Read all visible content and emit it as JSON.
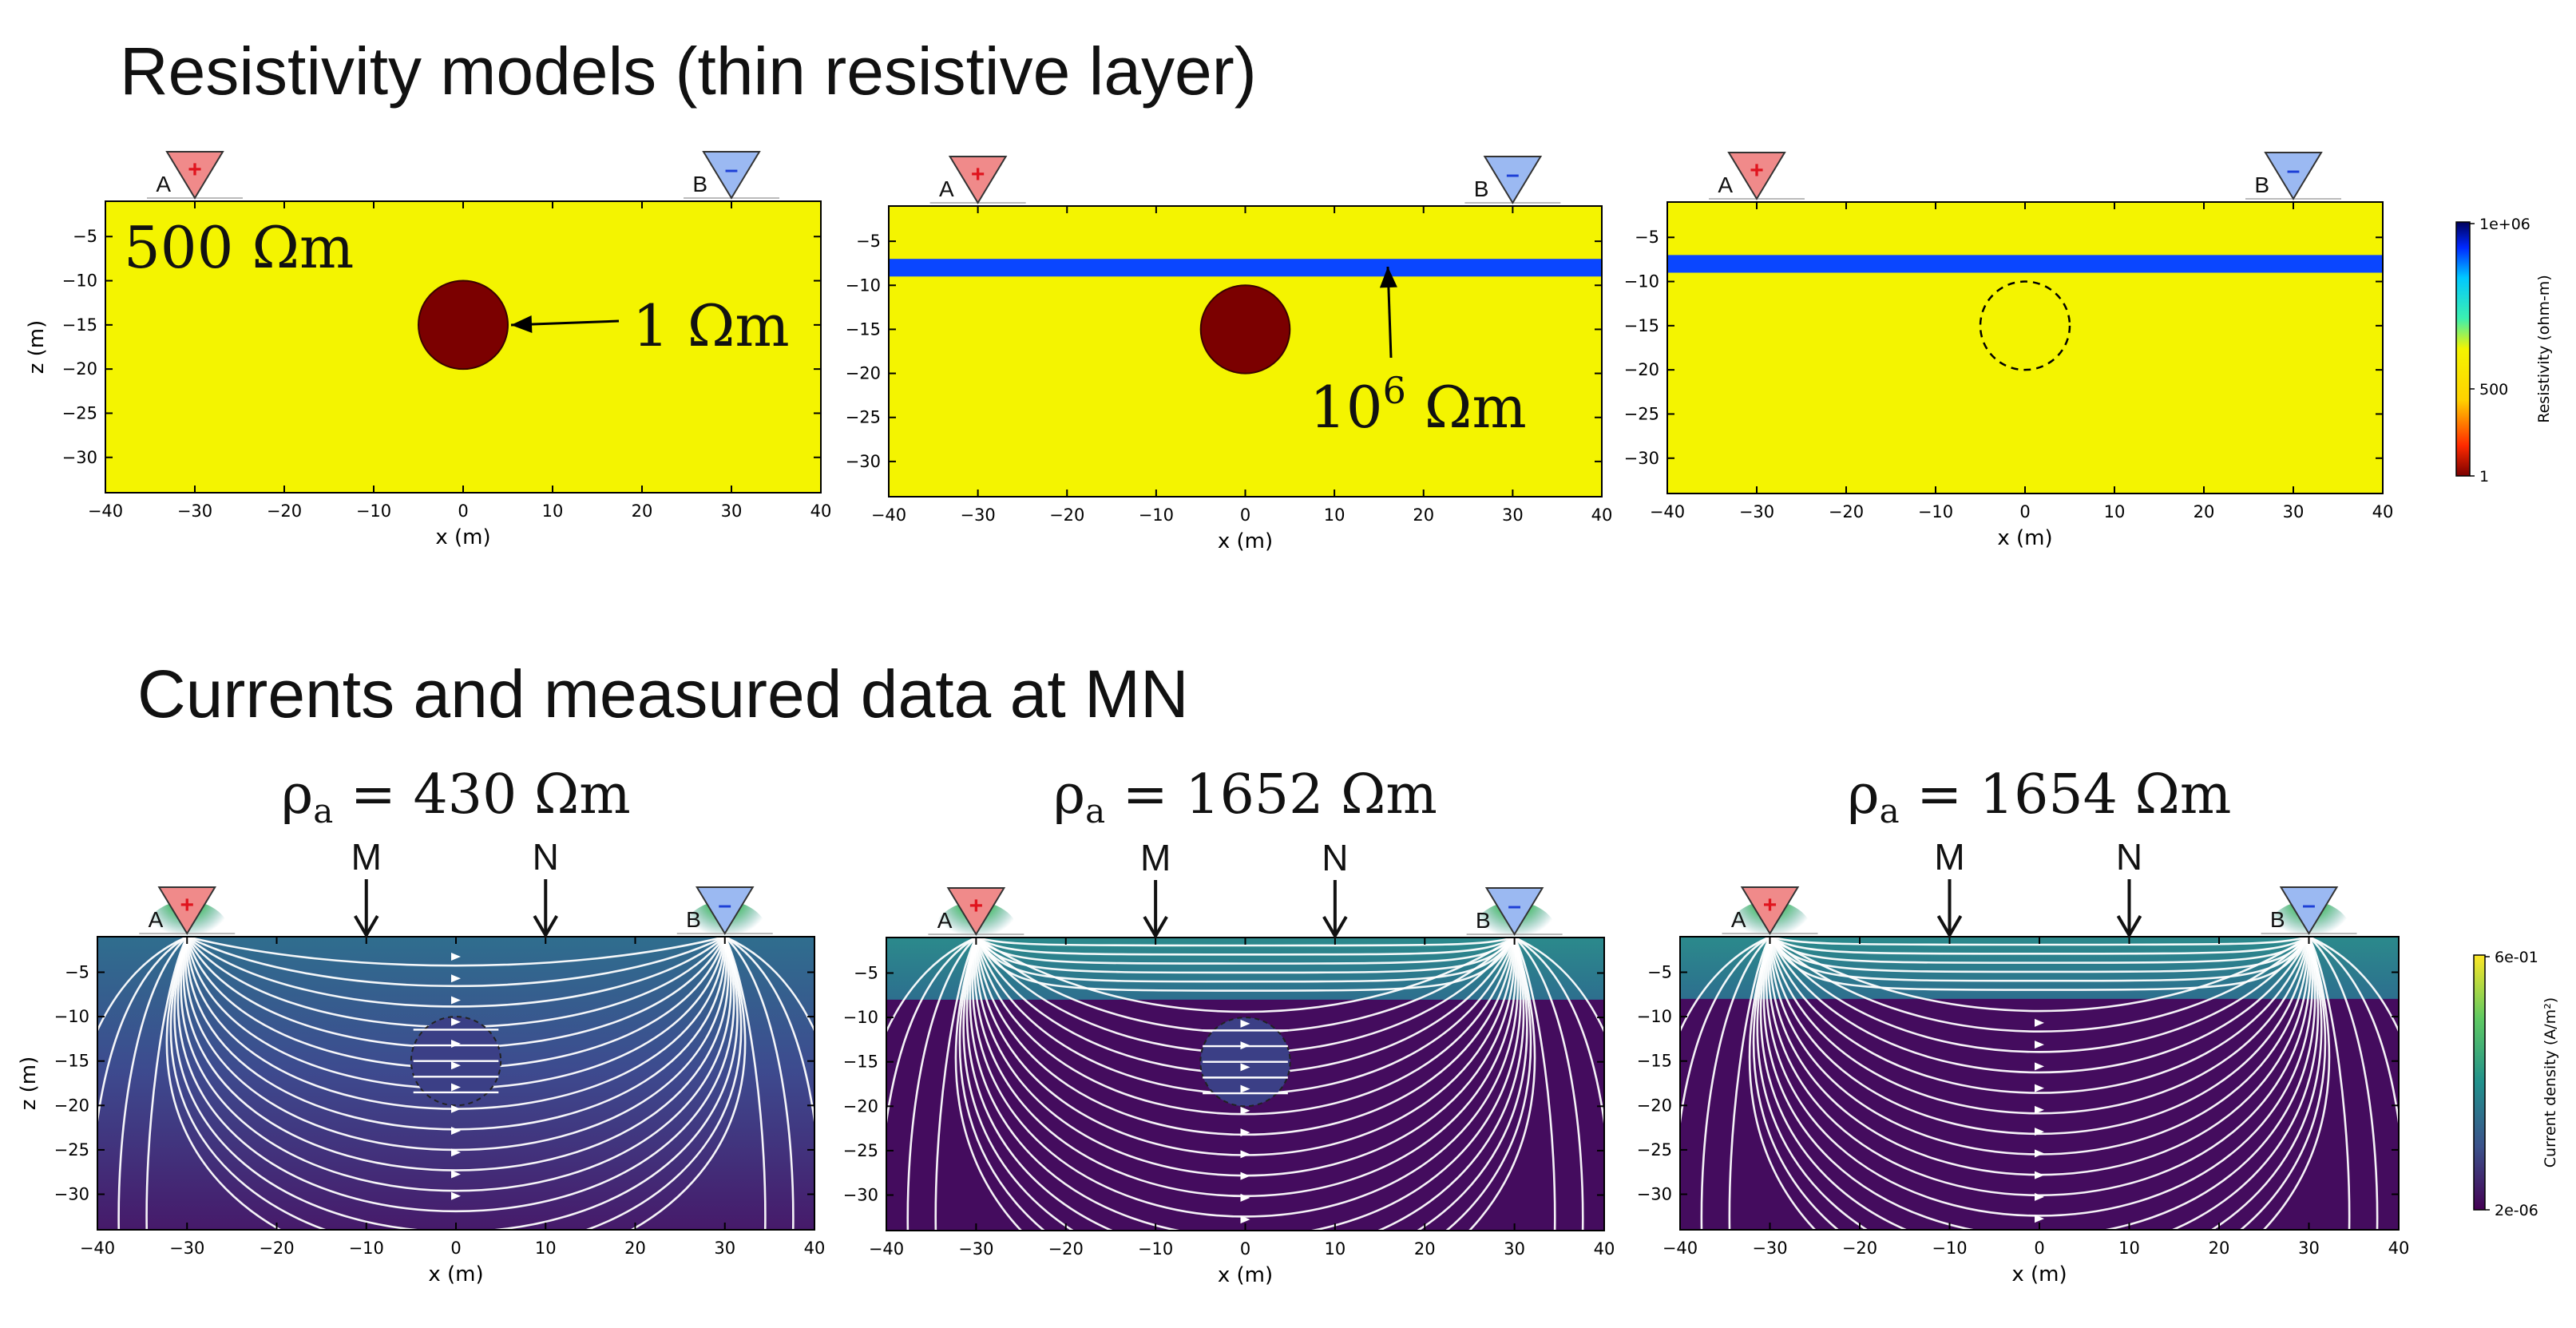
{
  "section_titles": {
    "models": "Resistivity models (thin resistive layer)",
    "currents": "Currents and measured data at MN"
  },
  "electrodes": {
    "A": {
      "label": "A",
      "sign": "+",
      "x": -30,
      "color": "#f08a8a"
    },
    "B": {
      "label": "B",
      "sign": "-",
      "x": 30,
      "color": "#9bb9f2"
    },
    "M": {
      "label": "M",
      "x": -10
    },
    "N": {
      "label": "N",
      "x": 10
    }
  },
  "annotations": {
    "background": "500 Ωm",
    "sphere": "1 Ωm",
    "layer_base": "10",
    "layer_exp": "6",
    "layer_unit": " Ωm"
  },
  "apparent_resistivity": [
    {
      "symbol": "ρ",
      "sub": "a",
      "value": "= 430 Ωm"
    },
    {
      "symbol": "ρ",
      "sub": "a",
      "value": "= 1652 Ωm"
    },
    {
      "symbol": "ρ",
      "sub": "a",
      "value": "= 1654 Ωm"
    }
  ],
  "colorbars": {
    "resistivity": {
      "label": "Resistivity (ohm-m)",
      "ticks": [
        "1e+06",
        "500",
        "1"
      ]
    },
    "current": {
      "label": "Current density (A/m²)",
      "ticks": [
        "6e-01",
        "2e-06"
      ]
    }
  },
  "colors": {
    "background_model": "#f4f400",
    "sphere": "#7b0000",
    "layer": "#0a46ff",
    "current_top": "#2a8a8c",
    "current_mid": "#3d4b8f",
    "current_low": "#440c5e"
  },
  "chart_data": [
    {
      "type": "heatmap",
      "title": "",
      "xlabel": "x (m)",
      "ylabel": "z (m)",
      "xlim": [
        -40,
        40
      ],
      "ylim": [
        -34,
        -1
      ],
      "xticks": [
        -40,
        -30,
        -20,
        -10,
        0,
        10,
        20,
        30,
        40
      ],
      "yticks": [
        -5,
        -10,
        -15,
        -20,
        -25,
        -30
      ],
      "background_resistivity": 500,
      "sphere": {
        "x": 0,
        "z": -15,
        "radius": 5,
        "resistivity": 1
      },
      "layer": null,
      "grid": false
    },
    {
      "type": "heatmap",
      "title": "",
      "xlabel": "x (m)",
      "ylabel": "",
      "xlim": [
        -40,
        40
      ],
      "ylim": [
        -34,
        -1
      ],
      "xticks": [
        -40,
        -30,
        -20,
        -10,
        0,
        10,
        20,
        30,
        40
      ],
      "yticks": [
        -5,
        -10,
        -15,
        -20,
        -25,
        -30
      ],
      "background_resistivity": 500,
      "sphere": {
        "x": 0,
        "z": -15,
        "radius": 5,
        "resistivity": 1
      },
      "layer": {
        "top": -7,
        "bottom": -9,
        "resistivity": 1000000
      },
      "grid": false
    },
    {
      "type": "heatmap",
      "title": "",
      "xlabel": "x (m)",
      "ylabel": "",
      "xlim": [
        -40,
        40
      ],
      "ylim": [
        -34,
        -1
      ],
      "xticks": [
        -40,
        -30,
        -20,
        -10,
        0,
        10,
        20,
        30,
        40
      ],
      "yticks": [
        -5,
        -10,
        -15,
        -20,
        -25,
        -30
      ],
      "background_resistivity": 500,
      "sphere": {
        "x": 0,
        "z": -15,
        "radius": 5,
        "outline_only": true
      },
      "layer": {
        "top": -7,
        "bottom": -9,
        "resistivity": 1000000
      },
      "grid": false
    },
    {
      "type": "heatmap",
      "title": "",
      "xlabel": "x (m)",
      "ylabel": "z (m)",
      "xlim": [
        -40,
        40
      ],
      "ylim": [
        -34,
        -1
      ],
      "xticks": [
        -40,
        -30,
        -20,
        -10,
        0,
        10,
        20,
        30,
        40
      ],
      "yticks": [
        -5,
        -10,
        -15,
        -20,
        -25,
        -30
      ],
      "field": "current_density",
      "apparent_resistivity": 430,
      "layer": null
    },
    {
      "type": "heatmap",
      "title": "",
      "xlabel": "x (m)",
      "ylabel": "",
      "xlim": [
        -40,
        40
      ],
      "ylim": [
        -34,
        -1
      ],
      "xticks": [
        -40,
        -30,
        -20,
        -10,
        0,
        10,
        20,
        30,
        40
      ],
      "yticks": [
        -5,
        -10,
        -15,
        -20,
        -25,
        -30
      ],
      "field": "current_density",
      "apparent_resistivity": 1652,
      "layer": {
        "top": -7,
        "bottom": -9
      }
    },
    {
      "type": "heatmap",
      "title": "",
      "xlabel": "x (m)",
      "ylabel": "",
      "xlim": [
        -40,
        40
      ],
      "ylim": [
        -34,
        -1
      ],
      "xticks": [
        -40,
        -30,
        -20,
        -10,
        0,
        10,
        20,
        30,
        40
      ],
      "yticks": [
        -5,
        -10,
        -15,
        -20,
        -25,
        -30
      ],
      "field": "current_density",
      "apparent_resistivity": 1654,
      "layer": {
        "top": -7,
        "bottom": -9
      }
    }
  ]
}
